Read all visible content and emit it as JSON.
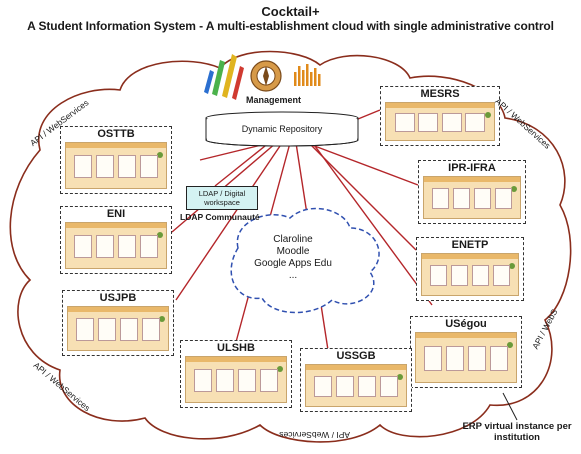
{
  "header": {
    "title": "Cocktail+",
    "subtitle": "A Student Information System - A multi-establishment cloud  with  single administrative control"
  },
  "management": {
    "label": "Management"
  },
  "repository": {
    "label": "Dynamic Repository"
  },
  "ldap": {
    "box_text": "LDAP / Digital workspace",
    "caption": "LDAP Communauté"
  },
  "tools_cloud": {
    "lines": [
      "Claroline",
      "Moodle",
      "Google Apps Edu",
      "..."
    ]
  },
  "institutions": [
    {
      "name": "MESRS"
    },
    {
      "name": "OSTTB"
    },
    {
      "name": "IPR-IFRA"
    },
    {
      "name": "ENI"
    },
    {
      "name": "ENETP"
    },
    {
      "name": "USJPB"
    },
    {
      "name": "USégou"
    },
    {
      "name": "ULSHB"
    },
    {
      "name": "USSGB"
    }
  ],
  "api_labels": {
    "top_left": "API / WebServices",
    "top_right": "API / WebServices",
    "right": "API / WebS",
    "bottom_left": "API / WebServices",
    "bottom": "API / WebServices"
  },
  "footer": {
    "erp_note": "ERP virtual instance per institution"
  },
  "colors": {
    "connector": "#b4262a",
    "cloud_border": "#8a2d1c",
    "tools_border": "#3050b0",
    "ldap_fill": "#d4f2f2",
    "screen_fill": "#f7e0b4"
  }
}
